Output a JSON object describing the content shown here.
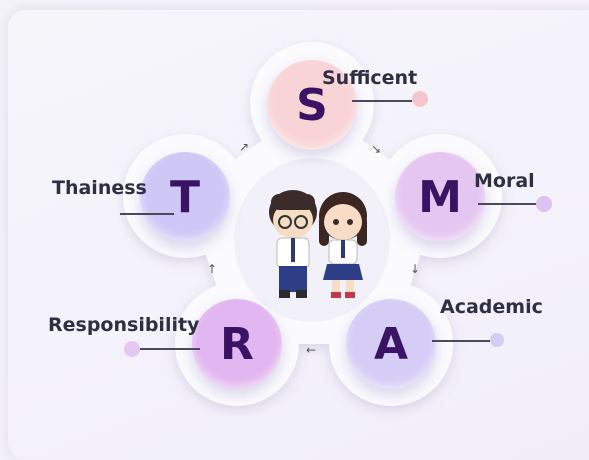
{
  "nodes": [
    {
      "letter": "S",
      "label": "Sufficent",
      "color": "#f9d4d6"
    },
    {
      "letter": "M",
      "label": "Moral",
      "color": "#e5c6f1"
    },
    {
      "letter": "A",
      "label": "Academic",
      "color": "#d5cdf6"
    },
    {
      "letter": "R",
      "label": "Responsibility",
      "color": "#e2b6f0"
    },
    {
      "letter": "T",
      "label": "Thainess",
      "color": "#cfc8f7"
    }
  ],
  "colors": {
    "letter": "#3a1364",
    "label": "#2f2f44",
    "dot": "#dcc3f1"
  },
  "arrows": [
    "↗",
    "↘",
    "↓",
    "←",
    "↑"
  ]
}
